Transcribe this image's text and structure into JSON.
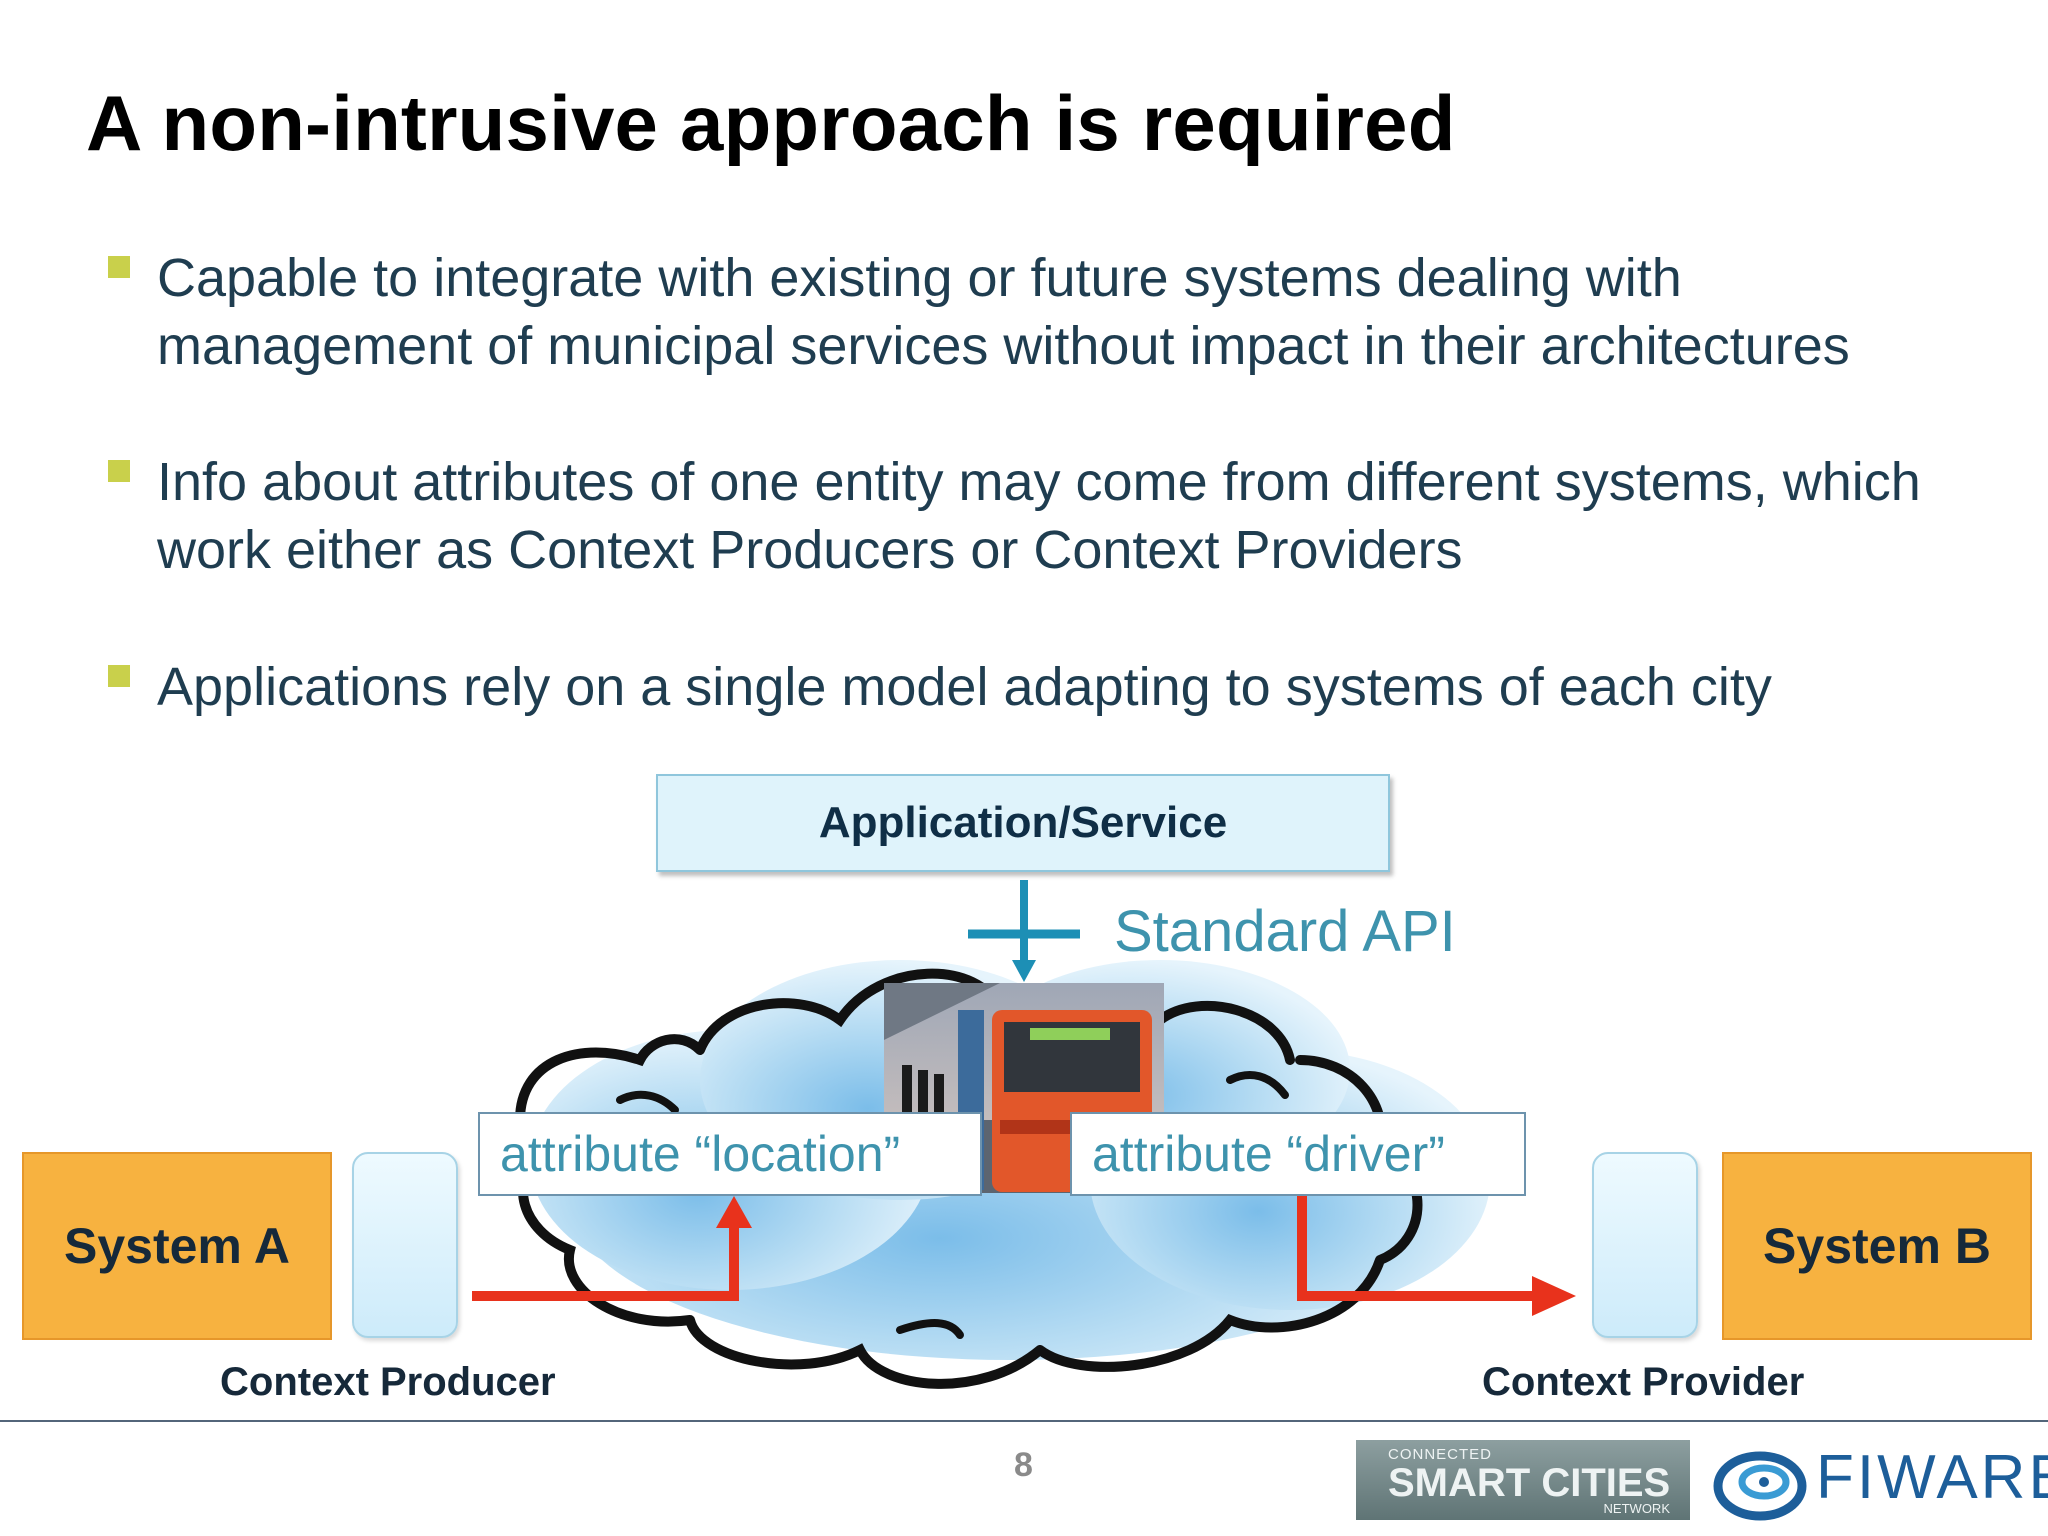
{
  "slide": {
    "title": "A non-intrusive approach is required",
    "bullets": [
      "Capable to integrate with existing or future systems dealing with management of municipal services without impact in their architectures",
      "Info about attributes of one entity may come from different systems, which work either as Context Producers or Context Providers",
      "Applications rely on a single model adapting to systems of each city"
    ]
  },
  "diagram": {
    "app_service": "Application/Service",
    "standard_api": "Standard API",
    "attr_location": "attribute “location”",
    "attr_driver": "attribute “driver”",
    "system_a": "System A",
    "system_b": "System B",
    "context_producer": "Context Producer",
    "context_provider": "Context Provider"
  },
  "footer": {
    "page_number": "8",
    "scn_small": "CONNECTED",
    "scn_big": "SMART CITIES",
    "scn_network": "NETWORK",
    "fiware": "FIWARE"
  },
  "colors": {
    "bullet": "#c9d04b",
    "text": "#1f3d50",
    "api": "#3e93ad",
    "system": "#f7b240",
    "arrow": "#e8321c",
    "fiware": "#1d5e9a"
  }
}
